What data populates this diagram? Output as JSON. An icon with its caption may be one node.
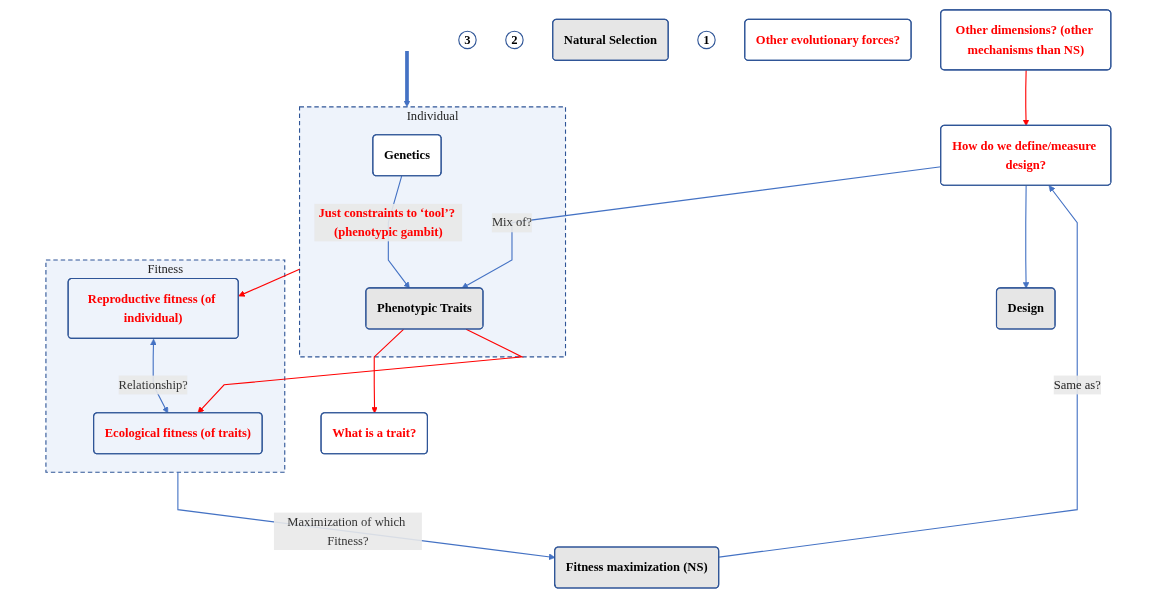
{
  "diagram": {
    "nodes": [
      {
        "text": [
          "Other dimensions? (other mechanisms than NS)"
        ]
      },
      {
        "text": [
          "How do we define/measure design?"
        ]
      },
      {
        "text": [
          "Design"
        ]
      },
      {
        "text": [
          "3"
        ]
      },
      {
        "text": [
          "Fitness maximization (NS)"
        ]
      },
      {
        "text": [
          "Individual"
        ]
      },
      {
        "text": [
          "Genetics"
        ],
        "in": 5
      },
      {
        "text": [
          "Phenotypic Traits"
        ],
        "in": 5
      },
      {
        "text": [
          "What is a trait?"
        ]
      },
      {
        "text": [
          "Fitness"
        ]
      },
      {
        "text": [
          "Ecological fitness (of traits)"
        ],
        "in": 9
      },
      {
        "text": [
          "Reproductive fitness (of individual)"
        ],
        "in": 9
      },
      {
        "text": [
          "2"
        ]
      },
      {
        "text": [
          "Natural Selection"
        ]
      },
      {
        "text": [
          "1"
        ]
      },
      {
        "text": [
          "Other evolutionary forces?"
        ]
      }
    ],
    "edges": [
      {
        "from": 0,
        "to": 1,
        "arrow": "to",
        "color": "#ff0000"
      },
      {
        "from": 4,
        "to": 1,
        "arrow": "to",
        "label": "Same as?"
      },
      {
        "from": 1,
        "to": 2,
        "arrow": "to"
      },
      {
        "from": 1,
        "to": 7,
        "arrow": "to",
        "label": "Mix of?"
      },
      {
        "from": 6,
        "to": 7,
        "arrow": "to",
        "label": "Just constraints to ‘tool’? (phenotypic gambit)"
      },
      {
        "from": 7,
        "to": 8,
        "arrow": "to",
        "color": "#ff0000"
      },
      {
        "from": 7,
        "to": 10,
        "arrow": "to",
        "color": "#ff0000"
      },
      {
        "from": 5,
        "to": 11,
        "arrow": "to",
        "color": "#ff0000"
      },
      {
        "from": 9,
        "to": 4,
        "arrow": "to",
        "label": "Maximization of which Fitness?"
      },
      {
        "from": 11,
        "to": 10,
        "arrow": "both",
        "label": "Relationship?"
      },
      {
        "from": null,
        "to": 5,
        "arrow": "to",
        "style": "thick"
      }
    ]
  }
}
